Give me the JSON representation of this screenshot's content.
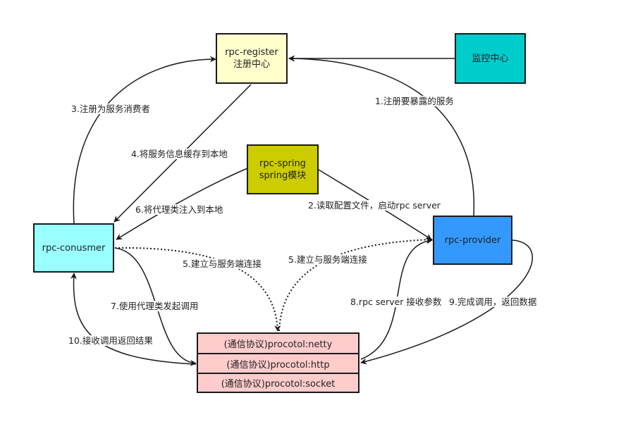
{
  "nodes": {
    "register": {
      "line1": "rpc-register",
      "line2": "注册中心",
      "color": "#ffffcc"
    },
    "monitor": {
      "line1": "监控中心",
      "color": "#00cccc"
    },
    "spring": {
      "line1": "rpc-spring",
      "line2": "spring模块",
      "color": "#cccc00"
    },
    "consumer": {
      "line1": "rpc-conusmer",
      "color": "#99ffff"
    },
    "provider": {
      "line1": "rpc-provider",
      "color": "#3399ff"
    }
  },
  "protocols": [
    "(通信协议)procotol:netty",
    "(通信协议)procotol:http",
    "(通信协议)procotol:socket"
  ],
  "protocol_color": "#ffcccc",
  "edge_labels": {
    "e1": "1.注册要暴露的服务",
    "e2": "2.读取配置文件，启动rpc server",
    "e3": "3.注册为服务消费者",
    "e4": "4.将服务信息缓存到本地",
    "e5a": "5.建立与服务端连接",
    "e5b": "5.建立与服务端连接",
    "e6": "6.将代理类注入到本地",
    "e7": "7.使用代理类发起调用",
    "e8": "8.rpc server 接收参数",
    "e9": "9.完成调用，返回数据",
    "e10": "10.接收调用返回结果"
  }
}
